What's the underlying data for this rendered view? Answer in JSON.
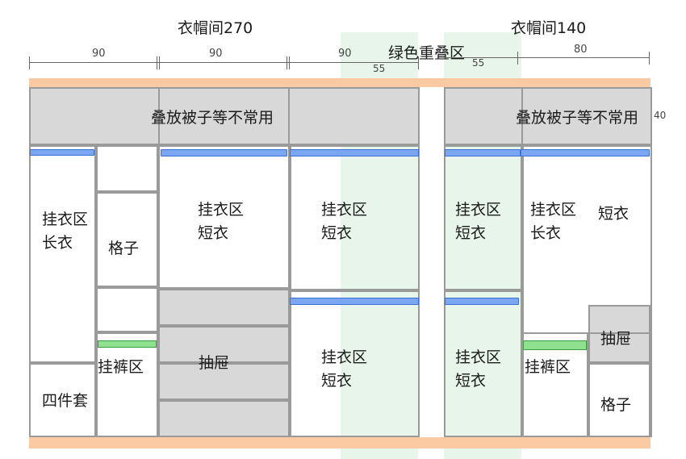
{
  "titles": {
    "left": "衣帽间270",
    "right": "衣帽间140",
    "overlap": "绿色重叠区"
  },
  "dimensions": {
    "d1": "90",
    "d2": "90",
    "d3": "90",
    "d4": "80",
    "overlap_left": "55",
    "overlap_right": "55",
    "depth": "40"
  },
  "labels": {
    "top_shelf_left": "叠放被子等不常用",
    "top_shelf_right": "叠放被子等不常用",
    "long_hang": "挂衣区\n长衣",
    "grid_left": "格子",
    "short_hang_1": "挂衣区\n短衣",
    "short_hang_2": "挂衣区\n短衣",
    "short_hang_3": "挂衣区\n短衣",
    "short_hang_4": "挂衣区\n短衣",
    "short_hang_5": "挂衣区\n短衣",
    "long_hang_right": "挂衣区\n长衣",
    "short_right": "短衣",
    "four_piece": "四件套",
    "pants_left": "挂裤区",
    "pants_right": "挂裤区",
    "drawer_left": "抽屉",
    "drawer_right": "抽屉",
    "grid_right": "格子"
  },
  "colors": {
    "shelf_gray": "#d8d8d8",
    "rail_blue": "#7aa6f2",
    "rail_green": "#8fe08f",
    "base_orange": "#fbc9a2",
    "overlap_green": "#e3f3e8"
  }
}
